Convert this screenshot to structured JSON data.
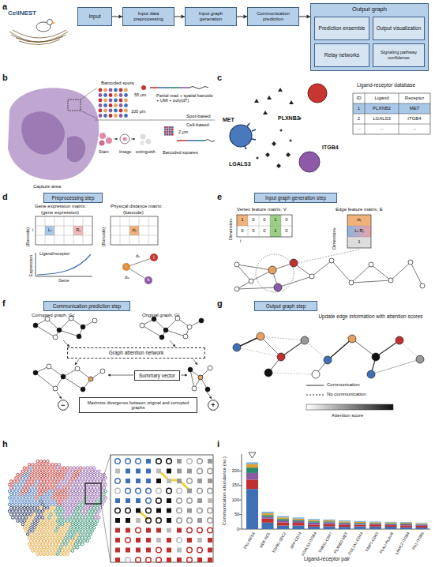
{
  "diagram": {
    "nodes": [
      {
        "text": [
          "Input"
        ]
      },
      {
        "text": [
          "Input data preprocessing"
        ]
      },
      {
        "text": [
          "Input graph generation"
        ]
      },
      {
        "text": [
          "Communication prediction"
        ]
      },
      {
        "text": [
          "Output graph"
        ]
      },
      {
        "text": [
          "Prediction ensemble"
        ],
        "in": 4
      },
      {
        "text": [
          "Output visualization"
        ],
        "in": 4
      },
      {
        "text": [
          "Relay networks"
        ],
        "in": 4
      },
      {
        "text": [
          "Signaling pathway confidence"
        ],
        "in": 4
      },
      {
        "text": [
          "Preprocessing step"
        ]
      },
      {
        "text": [
          "Input graph generation step"
        ]
      },
      {
        "text": [
          "Communication prediction step"
        ]
      },
      {
        "text": [
          "Output graph step"
        ]
      },
      {
        "text": [
          "Graph attention network"
        ]
      },
      {
        "text": [
          "Summary vector"
        ]
      },
      {
        "text": [
          "Maximize divergence between original and corrupted graphs"
        ]
      },
      {
        "text": [
          "−"
        ]
      },
      {
        "text": [
          "+"
        ]
      }
    ],
    "edges": [
      {
        "from": 0,
        "to": 1,
        "arrow": "to"
      },
      {
        "from": 1,
        "to": 2,
        "arrow": "to"
      },
      {
        "from": 2,
        "to": 3,
        "arrow": "to"
      },
      {
        "from": 3,
        "to": 4,
        "arrow": "to"
      }
    ],
    "labels": [
      "a",
      "CellNEST",
      "b",
      "Barcoded spots",
      "55 μm",
      "100 μm",
      "Partial read + spatial barcode + UMI + poly(dT)",
      "Spot-based",
      "Cell-based",
      "Stain",
      "Image",
      "extinguish",
      "Barcoded squares",
      "2 μm",
      "Capture area",
      "c",
      "MET",
      "PLXNB2",
      "ITGB4",
      "LGALS3",
      "Ligand-receptor database",
      "ID",
      "Ligand",
      "Receptor",
      "1",
      "PLXNB2",
      "MET",
      "2",
      "LGALS3",
      "ITGB4",
      "...",
      "...",
      "...",
      "d",
      "Gene expression matrix:",
      "(gene expression)",
      "Physical distance matrix:",
      "(barcode)",
      "(Barcode)",
      "(Barcode)",
      "i",
      "Lᵢ",
      "Rⱼ",
      "dᵢⱼ",
      "Expression",
      "Gene",
      "Ligand/receptor",
      "dᵢⱼ",
      "dᵢₖ",
      "i",
      "j",
      "k",
      "e",
      "Vertex feature matrix, V",
      "Edge feature matrix, E",
      "Dimensionᵥ",
      "Dimensionₑ",
      "i",
      "dᵢⱼ",
      "Lᵢ·Rⱼ",
      "1",
      "1",
      "0",
      "0",
      "1",
      "0",
      "0",
      "0",
      "0",
      "1",
      "0",
      "f",
      "Corrupted graph, Gc",
      "Original graph, GI",
      "g",
      "Update edge information with attention scores",
      "Attention score",
      "h",
      "i",
      "Communication abundance (no.)",
      "0",
      "50",
      "100",
      "150",
      "200",
      "Ligand-receptor pair",
      "FN1-RPSA",
      "MDK-NCL",
      "TGFB1-SDC2",
      "APP-CD74",
      "LGALS3-ITGB4",
      "THBS1-CD47",
      "PLXNB2-MET",
      "COL1A1-CD44",
      "TIMP1-CD63",
      "PLAU-PLAUR",
      "LAMC2-ITGB4",
      "FN1-ITGB5"
    ],
    "legend": [
      {
        "text": "Communication"
      },
      {
        "text": "No communication"
      }
    ]
  }
}
